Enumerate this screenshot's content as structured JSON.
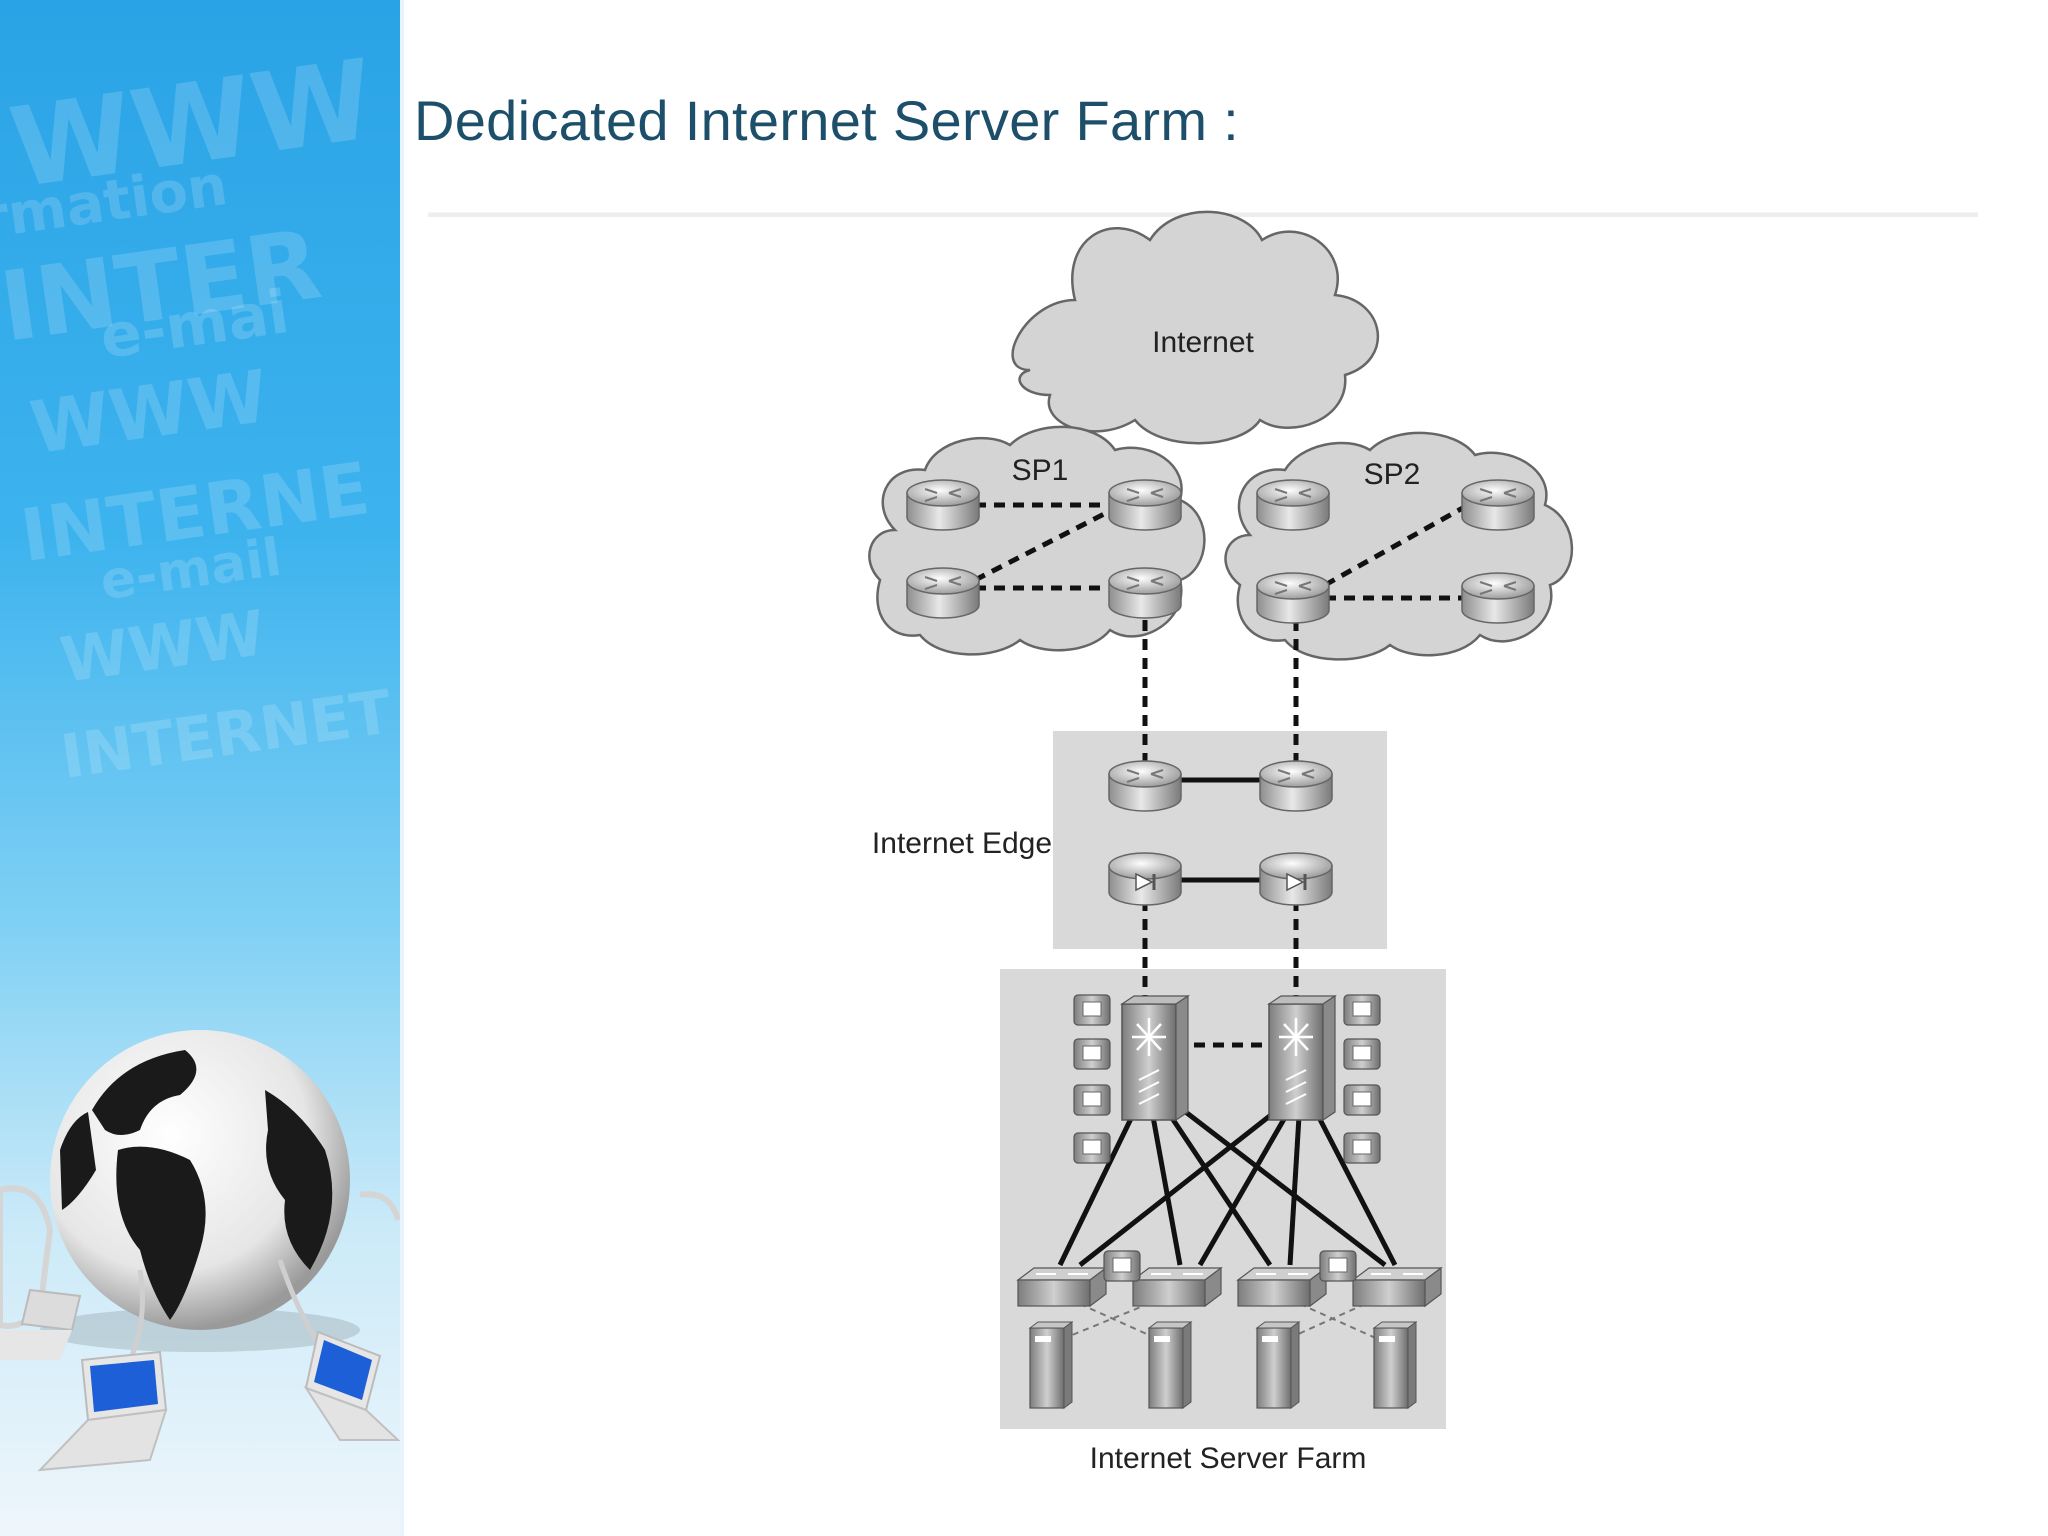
{
  "slide": {
    "title": "Dedicated Internet Server Farm :"
  },
  "diagram": {
    "internet_label": "Internet",
    "sp1_label": "SP1",
    "sp2_label": "SP2",
    "edge_label": "Internet Edge",
    "farm_label": "Internet Server Farm"
  },
  "colors": {
    "title": "#1d4f6b",
    "sidebar_top": "#2aa3e6",
    "cloud_fill": "#d4d4d4",
    "box_fill": "#d9d9d9"
  }
}
